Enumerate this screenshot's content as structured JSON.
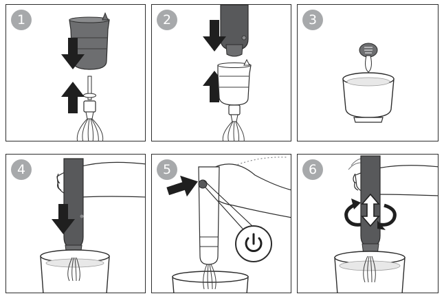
{
  "steps": [
    {
      "number": "1"
    },
    {
      "number": "2"
    },
    {
      "number": "3"
    },
    {
      "number": "4"
    },
    {
      "number": "5"
    },
    {
      "number": "6"
    }
  ],
  "colors": {
    "frame": "#2b2b2b",
    "device_dark": "#6d6e70",
    "device_body": "#58595b",
    "arrow": "#1f1f1f",
    "badge": "#a7a9ab",
    "outline": "#3c3c3c",
    "water": "#e8e8e8"
  },
  "icons": [
    "arrow-down-icon",
    "arrow-up-icon",
    "power-icon",
    "rotate-icon",
    "up-down-arrow-icon"
  ]
}
